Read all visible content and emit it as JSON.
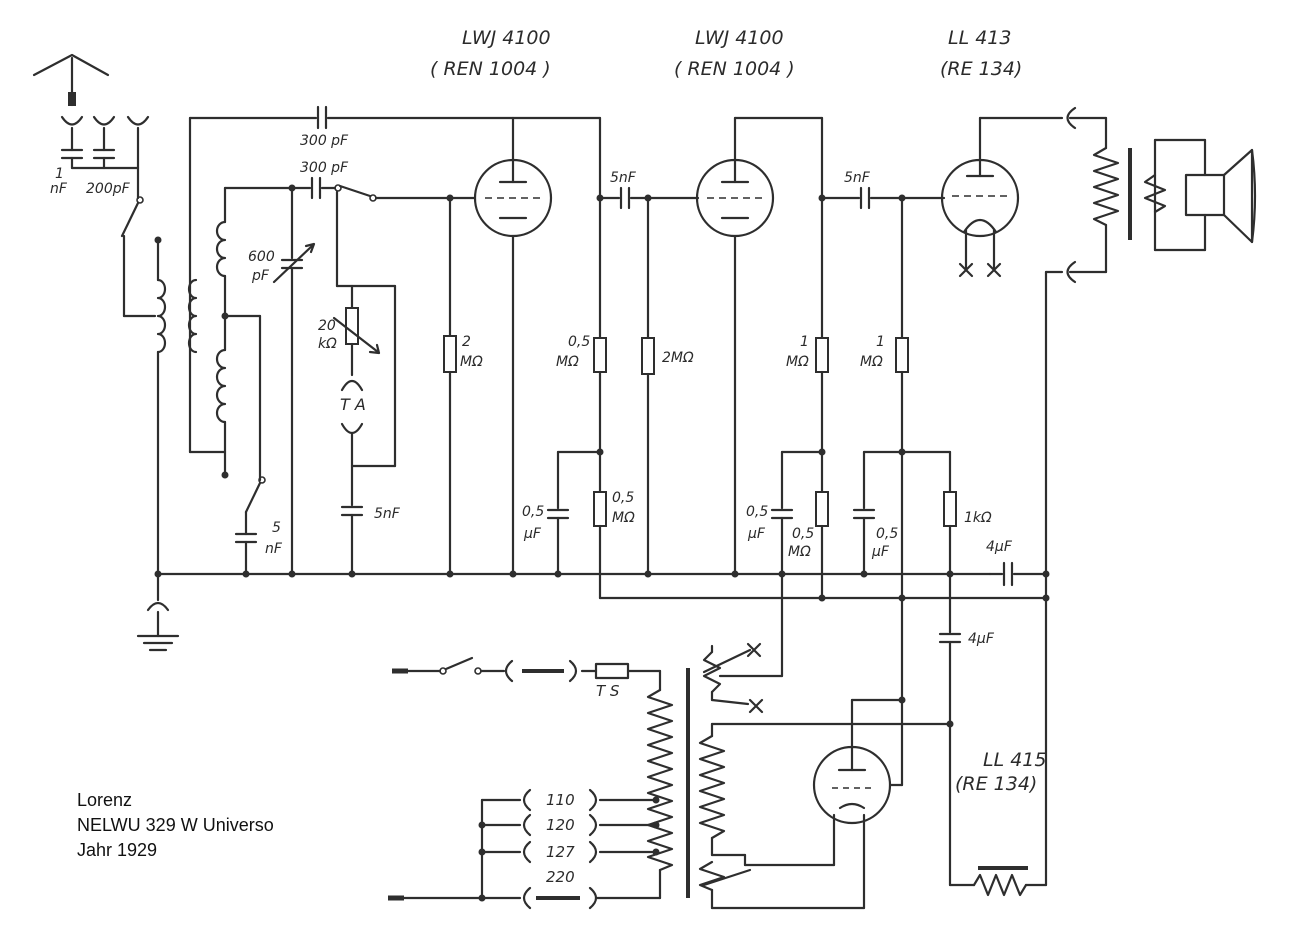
{
  "tubes": {
    "v1": {
      "type": "LWJ 4100",
      "equiv": "( REN 1004 )"
    },
    "v2": {
      "type": "LWJ 4100",
      "equiv": "( REN 1004 )"
    },
    "v3": {
      "type": "LL 413",
      "equiv": "(RE 134)"
    },
    "rect": {
      "type": "LL 415",
      "equiv": "(RE 134)"
    }
  },
  "components": {
    "c_ant1": [
      "1",
      "nF"
    ],
    "c_ant2": "200pF",
    "c_coupling_top": "300 pF",
    "c_grid": "300 pF",
    "c_tune": [
      "600",
      "pF"
    ],
    "pot_20k": [
      "20",
      "kΩ"
    ],
    "ta": "T A",
    "c_5nf_left": [
      "5",
      "nF"
    ],
    "c_5nf_mid": "5nF",
    "r_grid1": [
      "2",
      "MΩ"
    ],
    "c_couple1": "5nF",
    "r_plate1": [
      "0,5",
      "MΩ"
    ],
    "r_grid2": "2MΩ",
    "c_decouple1": [
      "0,5",
      "µF"
    ],
    "r_decouple1": [
      "0,5",
      "MΩ"
    ],
    "c_couple2": "5nF",
    "r_plate2": [
      "1",
      "MΩ"
    ],
    "r_grid3": [
      "1",
      "MΩ"
    ],
    "c_decouple2": [
      "0,5",
      "µF"
    ],
    "r_decouple2": [
      "0,5",
      "MΩ"
    ],
    "c_decouple3": [
      "0,5",
      "µF"
    ],
    "r_1k": "1kΩ",
    "c_4uf_h": "4µF",
    "c_4uf_v": "4µF",
    "fuse": "T S"
  },
  "mains_taps": [
    "110",
    "120",
    "127",
    "220"
  ],
  "caption": {
    "brand": "Lorenz",
    "model": "NELWU 329 W Universo",
    "year": "Jahr 1929"
  }
}
